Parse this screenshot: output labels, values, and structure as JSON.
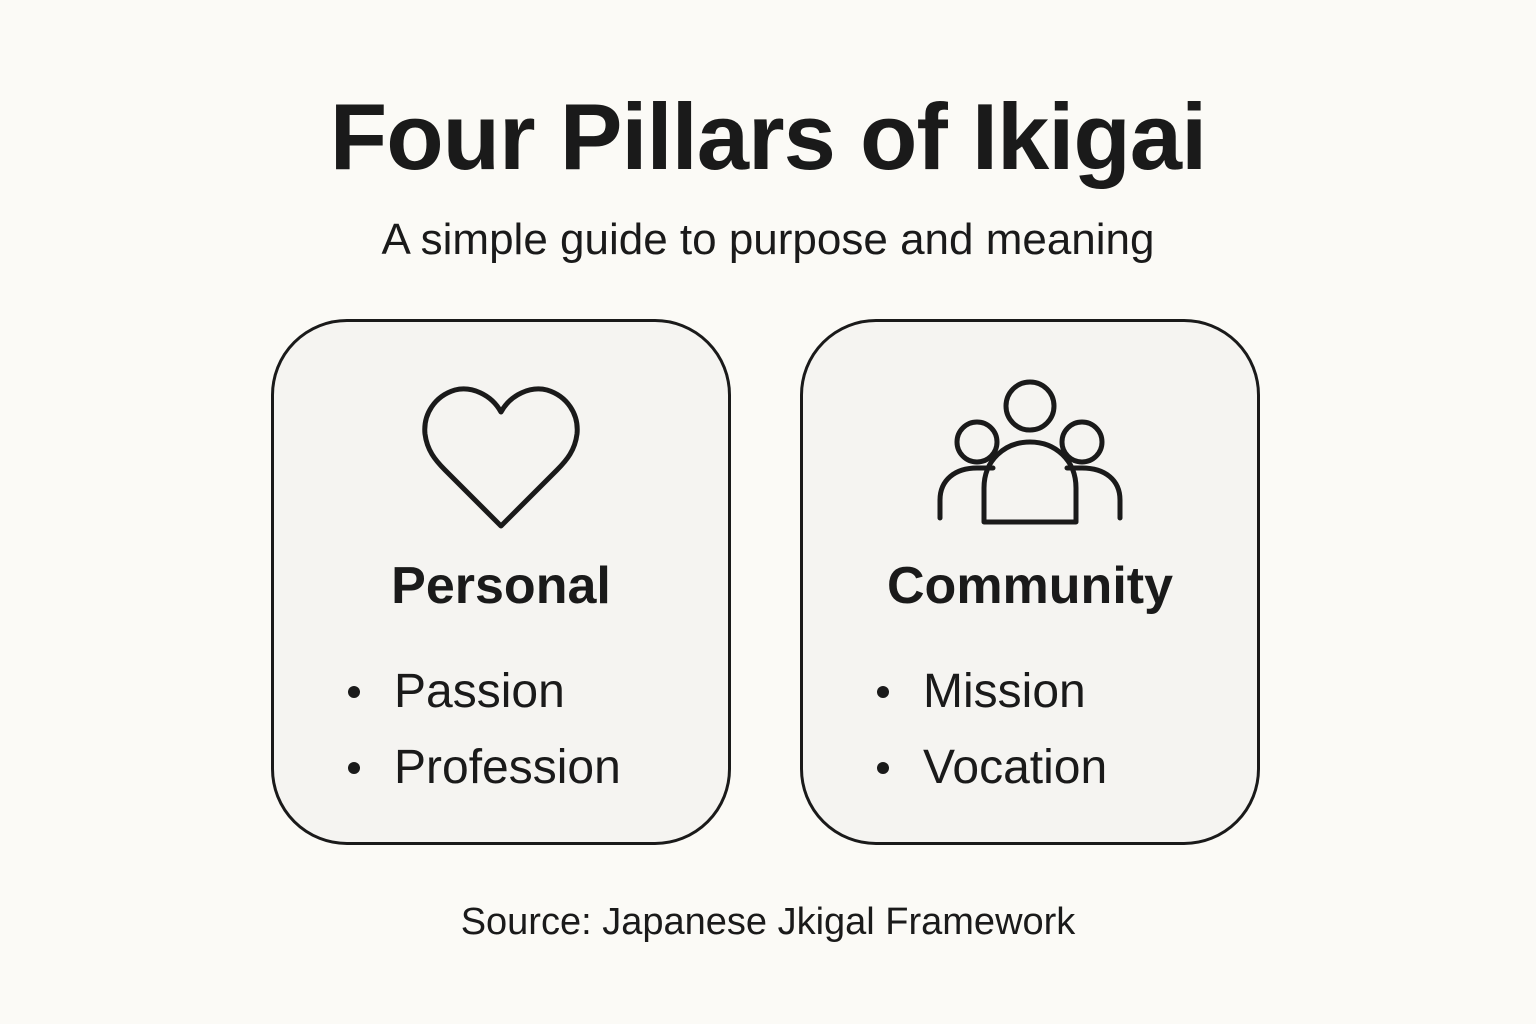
{
  "header": {
    "title": "Four Pillars of Ikigai",
    "subtitle": "A simple guide to purpose and meaning"
  },
  "cards": [
    {
      "icon": "heart-icon",
      "title": "Personal",
      "items": [
        "Passion",
        "Profession"
      ]
    },
    {
      "icon": "people-group-icon",
      "title": "Community",
      "items": [
        "Mission",
        "Vocation"
      ]
    }
  ],
  "footer": {
    "source": "Source: Japanese Jkigal Framework"
  },
  "colors": {
    "background": "#fbfaf6",
    "card_fill": "#f5f4f1",
    "stroke": "#1a1a1a"
  }
}
